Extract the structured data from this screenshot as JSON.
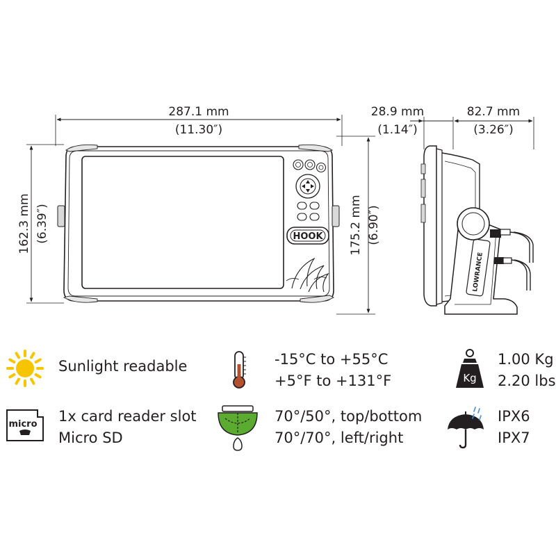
{
  "dimensions": {
    "width_mm": "287.1 mm",
    "width_in": "(11.30″)",
    "depth_mm": "28.9 mm",
    "depth_in": "(1.14″)",
    "bracket_mm": "82.7 mm",
    "bracket_in": "(3.26″)",
    "height_screen_mm": "162.3 mm",
    "height_screen_in": "(6.39″)",
    "height_total_mm": "175.2 mm",
    "height_total_in": "(6.90″)"
  },
  "device": {
    "hook_label": "HOOK",
    "brand_label": "LOWRANCE"
  },
  "specs": {
    "sunlight": {
      "icon": "sun-icon",
      "line1": "Sunlight readable"
    },
    "temperature": {
      "icon": "thermometer-icon",
      "line1": "-15°C to +55°C",
      "line2": "+5°F to +131°F"
    },
    "weight": {
      "icon": "weight-icon",
      "icon_label": "Kg",
      "line1": "1.00 Kg",
      "line2": "2.20 lbs"
    },
    "card": {
      "icon": "microsd-icon",
      "icon_label": "micro",
      "line1": "1x card reader slot",
      "line2": "Micro SD"
    },
    "viewing": {
      "icon": "viewing-angle-icon",
      "line1": "70°/50°, top/bottom",
      "line2": "70°/70°, left/right"
    },
    "waterproof": {
      "icon": "umbrella-icon",
      "line1": "IPX6",
      "line2": "IPX7"
    }
  },
  "colors": {
    "sun": "#f7c500",
    "thermometer_bulb": "#b5502e",
    "viewing_green": "#5aab2f",
    "rain_blue": "#4a90d9",
    "ink": "#231f20"
  }
}
